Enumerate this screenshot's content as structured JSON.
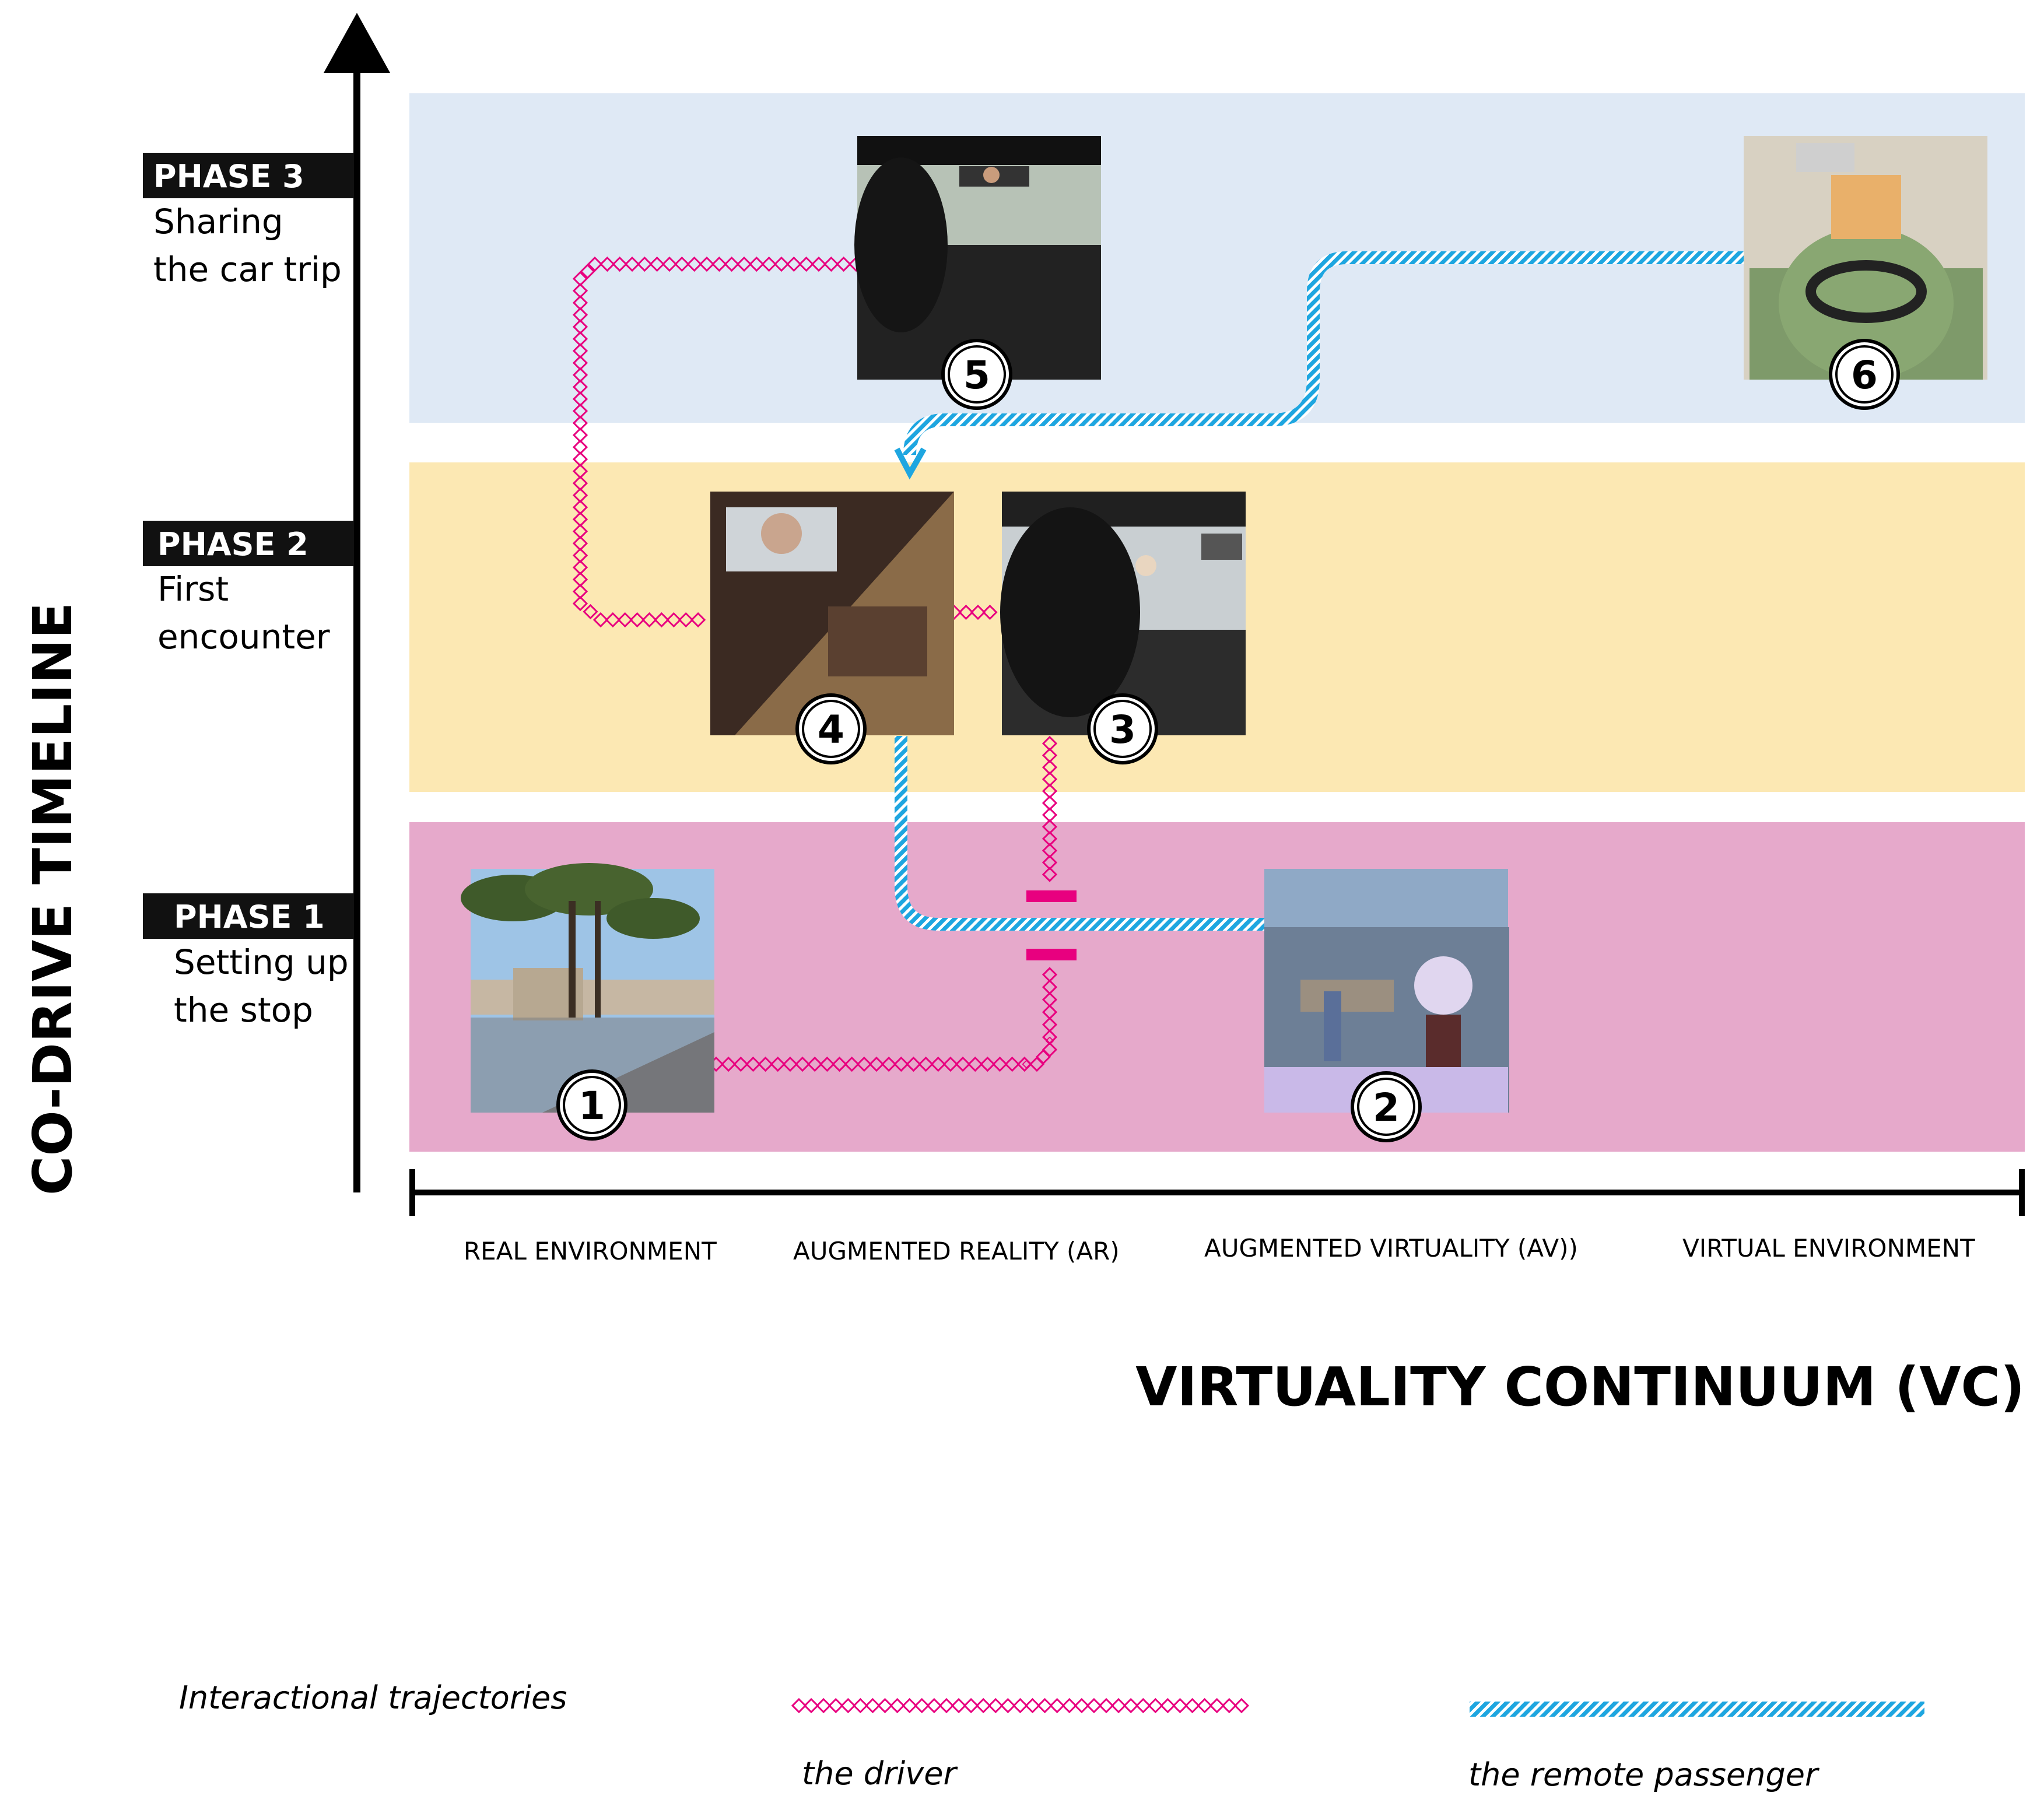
{
  "y_axis_title": "CO-DRIVE TIMELINE",
  "x_axis_title": "VIRTUALITY CONTINUUM (VC)",
  "phases": [
    {
      "tag": "PHASE 3",
      "line1": "Sharing",
      "line2": "the car trip",
      "color": "#dfe9f5"
    },
    {
      "tag": "PHASE 2",
      "line1": "First",
      "line2": "encounter",
      "color": "#fce8b3"
    },
    {
      "tag": "PHASE 1",
      "line1": "Setting up",
      "line2": "the stop",
      "color": "#e6a9cb"
    }
  ],
  "continuum_labels": [
    "REAL ENVIRONMENT",
    "AUGMENTED REALITY (AR)",
    "AUGMENTED VIRTUALITY (AV))",
    "VIRTUAL ENVIRONMENT"
  ],
  "steps": [
    {
      "number": "1",
      "scene": "street view of Rome"
    },
    {
      "number": "2",
      "scene": "virtual avatar at Rome"
    },
    {
      "number": "3",
      "scene": "driver with AR avatar"
    },
    {
      "number": "4",
      "scene": "split driver / passenger"
    },
    {
      "number": "5",
      "scene": "driver in car"
    },
    {
      "number": "6",
      "scene": "passenger with steering wheel"
    }
  ],
  "legend": {
    "title": "Interactional trajectories",
    "driver": "the driver",
    "passenger": "the remote passenger"
  },
  "colors": {
    "driver": "#e8007f",
    "passenger": "#1ea6e0",
    "axis": "#000000"
  }
}
